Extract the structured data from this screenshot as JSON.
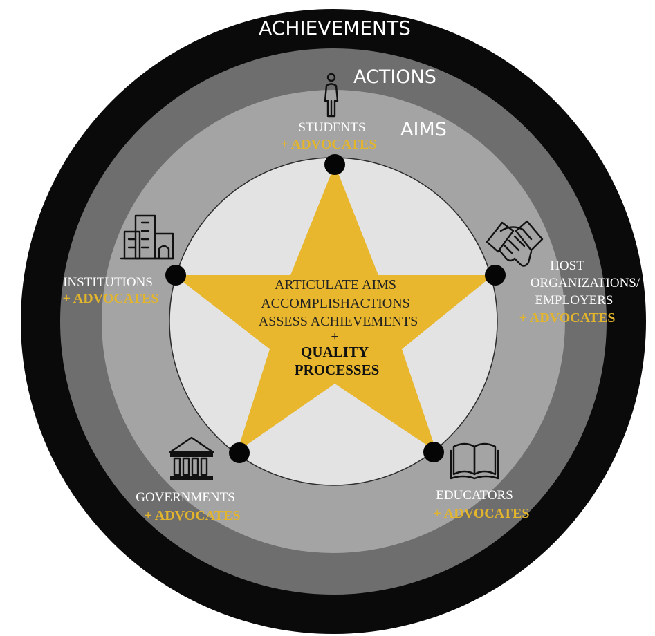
{
  "rings": {
    "outer": "ACHIEVEMENTS",
    "middle": "ACTIONS",
    "inner": "AIMS"
  },
  "center": {
    "line1": "ARTICULATE AIMS",
    "line2": "ACCOMPLISHACTIONS",
    "line3": "ASSESS ACHIEVEMENTS",
    "plus": "+",
    "line4": "QUALITY",
    "line5": "PROCESSES"
  },
  "nodes": {
    "students": {
      "label": "STUDENTS",
      "advocates": "+ ADVOCATES",
      "icon": "person-icon"
    },
    "host": {
      "label1": "HOST",
      "label2": "ORGANIZATIONS/",
      "label3": "EMPLOYERS",
      "advocates": "+ ADVOCATES",
      "icon": "handshake-icon"
    },
    "educators": {
      "label": "EDUCATORS",
      "advocates": "+ ADVOCATES",
      "icon": "book-icon"
    },
    "governments": {
      "label": "GOVERNMENTS",
      "advocates": "+ ADVOCATES",
      "icon": "government-building-icon"
    },
    "institutions": {
      "label": "INSTITUTIONS",
      "advocates": "+ ADVOCATES",
      "icon": "buildings-icon"
    }
  },
  "colors": {
    "outer_ring": "#0a0a0a",
    "middle_ring": "#6e6e6e",
    "inner_ring": "#a4a4a4",
    "center_disc": "#e3e3e3",
    "star": "#e8b72e",
    "advocates": "#e2b52d"
  }
}
